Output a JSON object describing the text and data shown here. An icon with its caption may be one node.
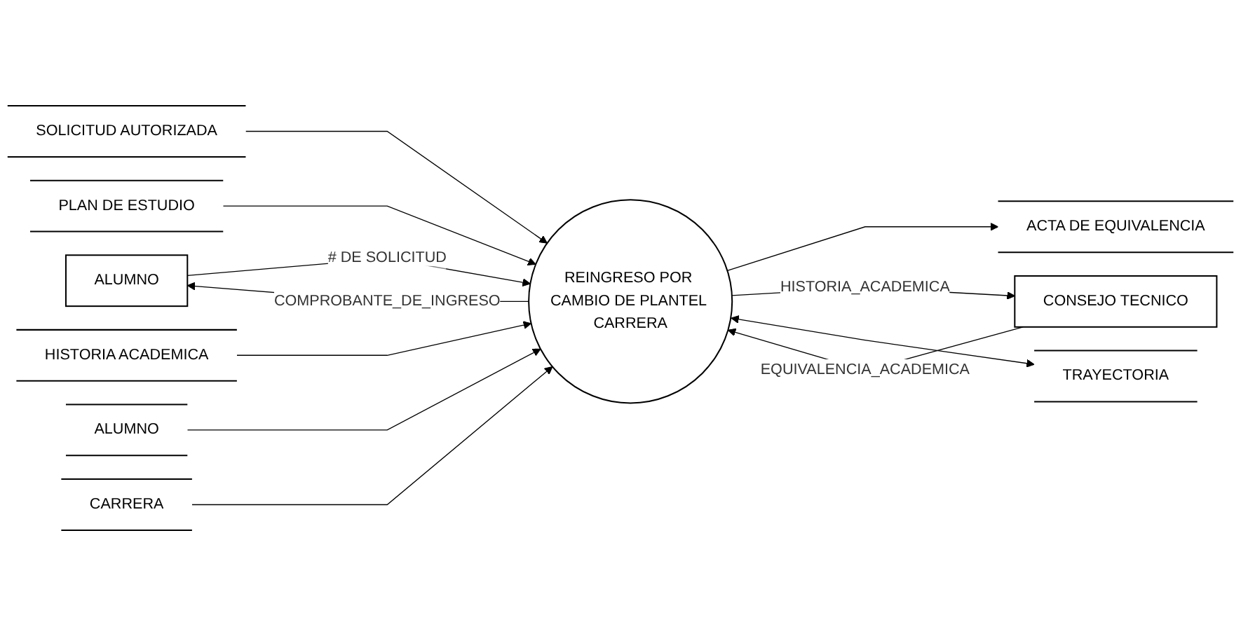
{
  "diagram": {
    "nodes": [
      {
        "text": [
          "ALUMNO"
        ]
      },
      {
        "text": [
          "SOLICITUD AUTORIZADA"
        ]
      },
      {
        "text": [
          "PLAN DE ESTUDIO"
        ]
      },
      {
        "text": [
          "ACTA DE EQUIVALENCIA"
        ]
      },
      {
        "text": [
          "REINGRESO POR CAMBIO DE PLANTEL CARRERA"
        ]
      },
      {
        "text": [
          "CONSEJO TECNICO"
        ]
      },
      {
        "text": [
          "HISTORIA ACADEMICA"
        ]
      },
      {
        "text": [
          "ALUMNO"
        ]
      },
      {
        "text": [
          "CARRERA"
        ]
      },
      {
        "text": [
          "TRAYECTORIA"
        ]
      }
    ],
    "edges": [
      {
        "from": 0,
        "to": 4,
        "arrow": "to",
        "label": "# DE SOLICITUD"
      },
      {
        "from": 1,
        "to": 4,
        "arrow": "to"
      },
      {
        "from": 2,
        "to": 4,
        "arrow": "to"
      },
      {
        "from": 4,
        "to": 0,
        "arrow": "to",
        "label": "COMPROBANTE_DE_INGRESO"
      },
      {
        "from": 4,
        "to": 3,
        "arrow": "to"
      },
      {
        "from": 5,
        "to": 4,
        "arrow": "to",
        "label": "EQUIVALENCIA_ACADEMICA"
      },
      {
        "from": 4,
        "to": 5,
        "arrow": "to",
        "label": "HISTORIA_ACADEMICA"
      },
      {
        "from": 6,
        "to": 4,
        "arrow": "to"
      },
      {
        "from": 7,
        "to": 4,
        "arrow": "to"
      },
      {
        "from": 8,
        "to": 4,
        "arrow": "to"
      },
      {
        "from": 4,
        "to": 9,
        "arrow": "both"
      }
    ]
  }
}
